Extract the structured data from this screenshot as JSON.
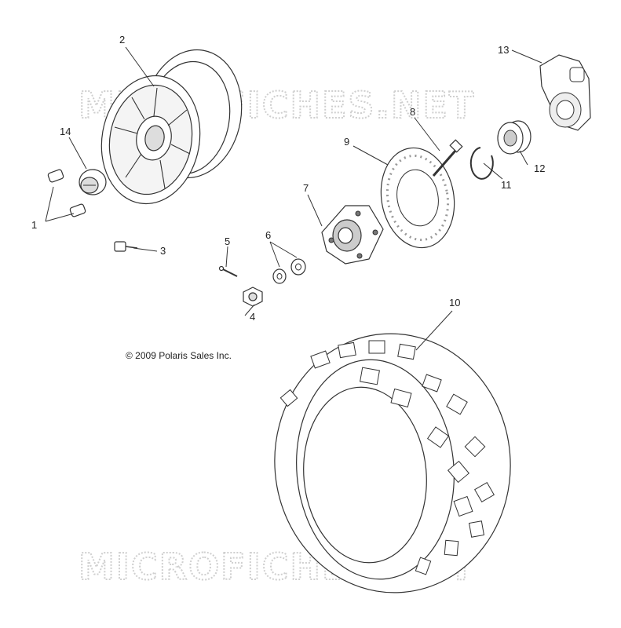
{
  "watermark": {
    "top": "MICROFICHES.NET",
    "bottom": "MICROFICHES.NET"
  },
  "copyright": "© 2009 Polaris Sales Inc.",
  "callouts": {
    "c1": "1",
    "c2": "2",
    "c3": "3",
    "c4": "4",
    "c5": "5",
    "c6": "6",
    "c7": "7",
    "c8": "8",
    "c9": "9",
    "c10": "10",
    "c11": "11",
    "c12": "12",
    "c13": "13",
    "c14": "14"
  }
}
